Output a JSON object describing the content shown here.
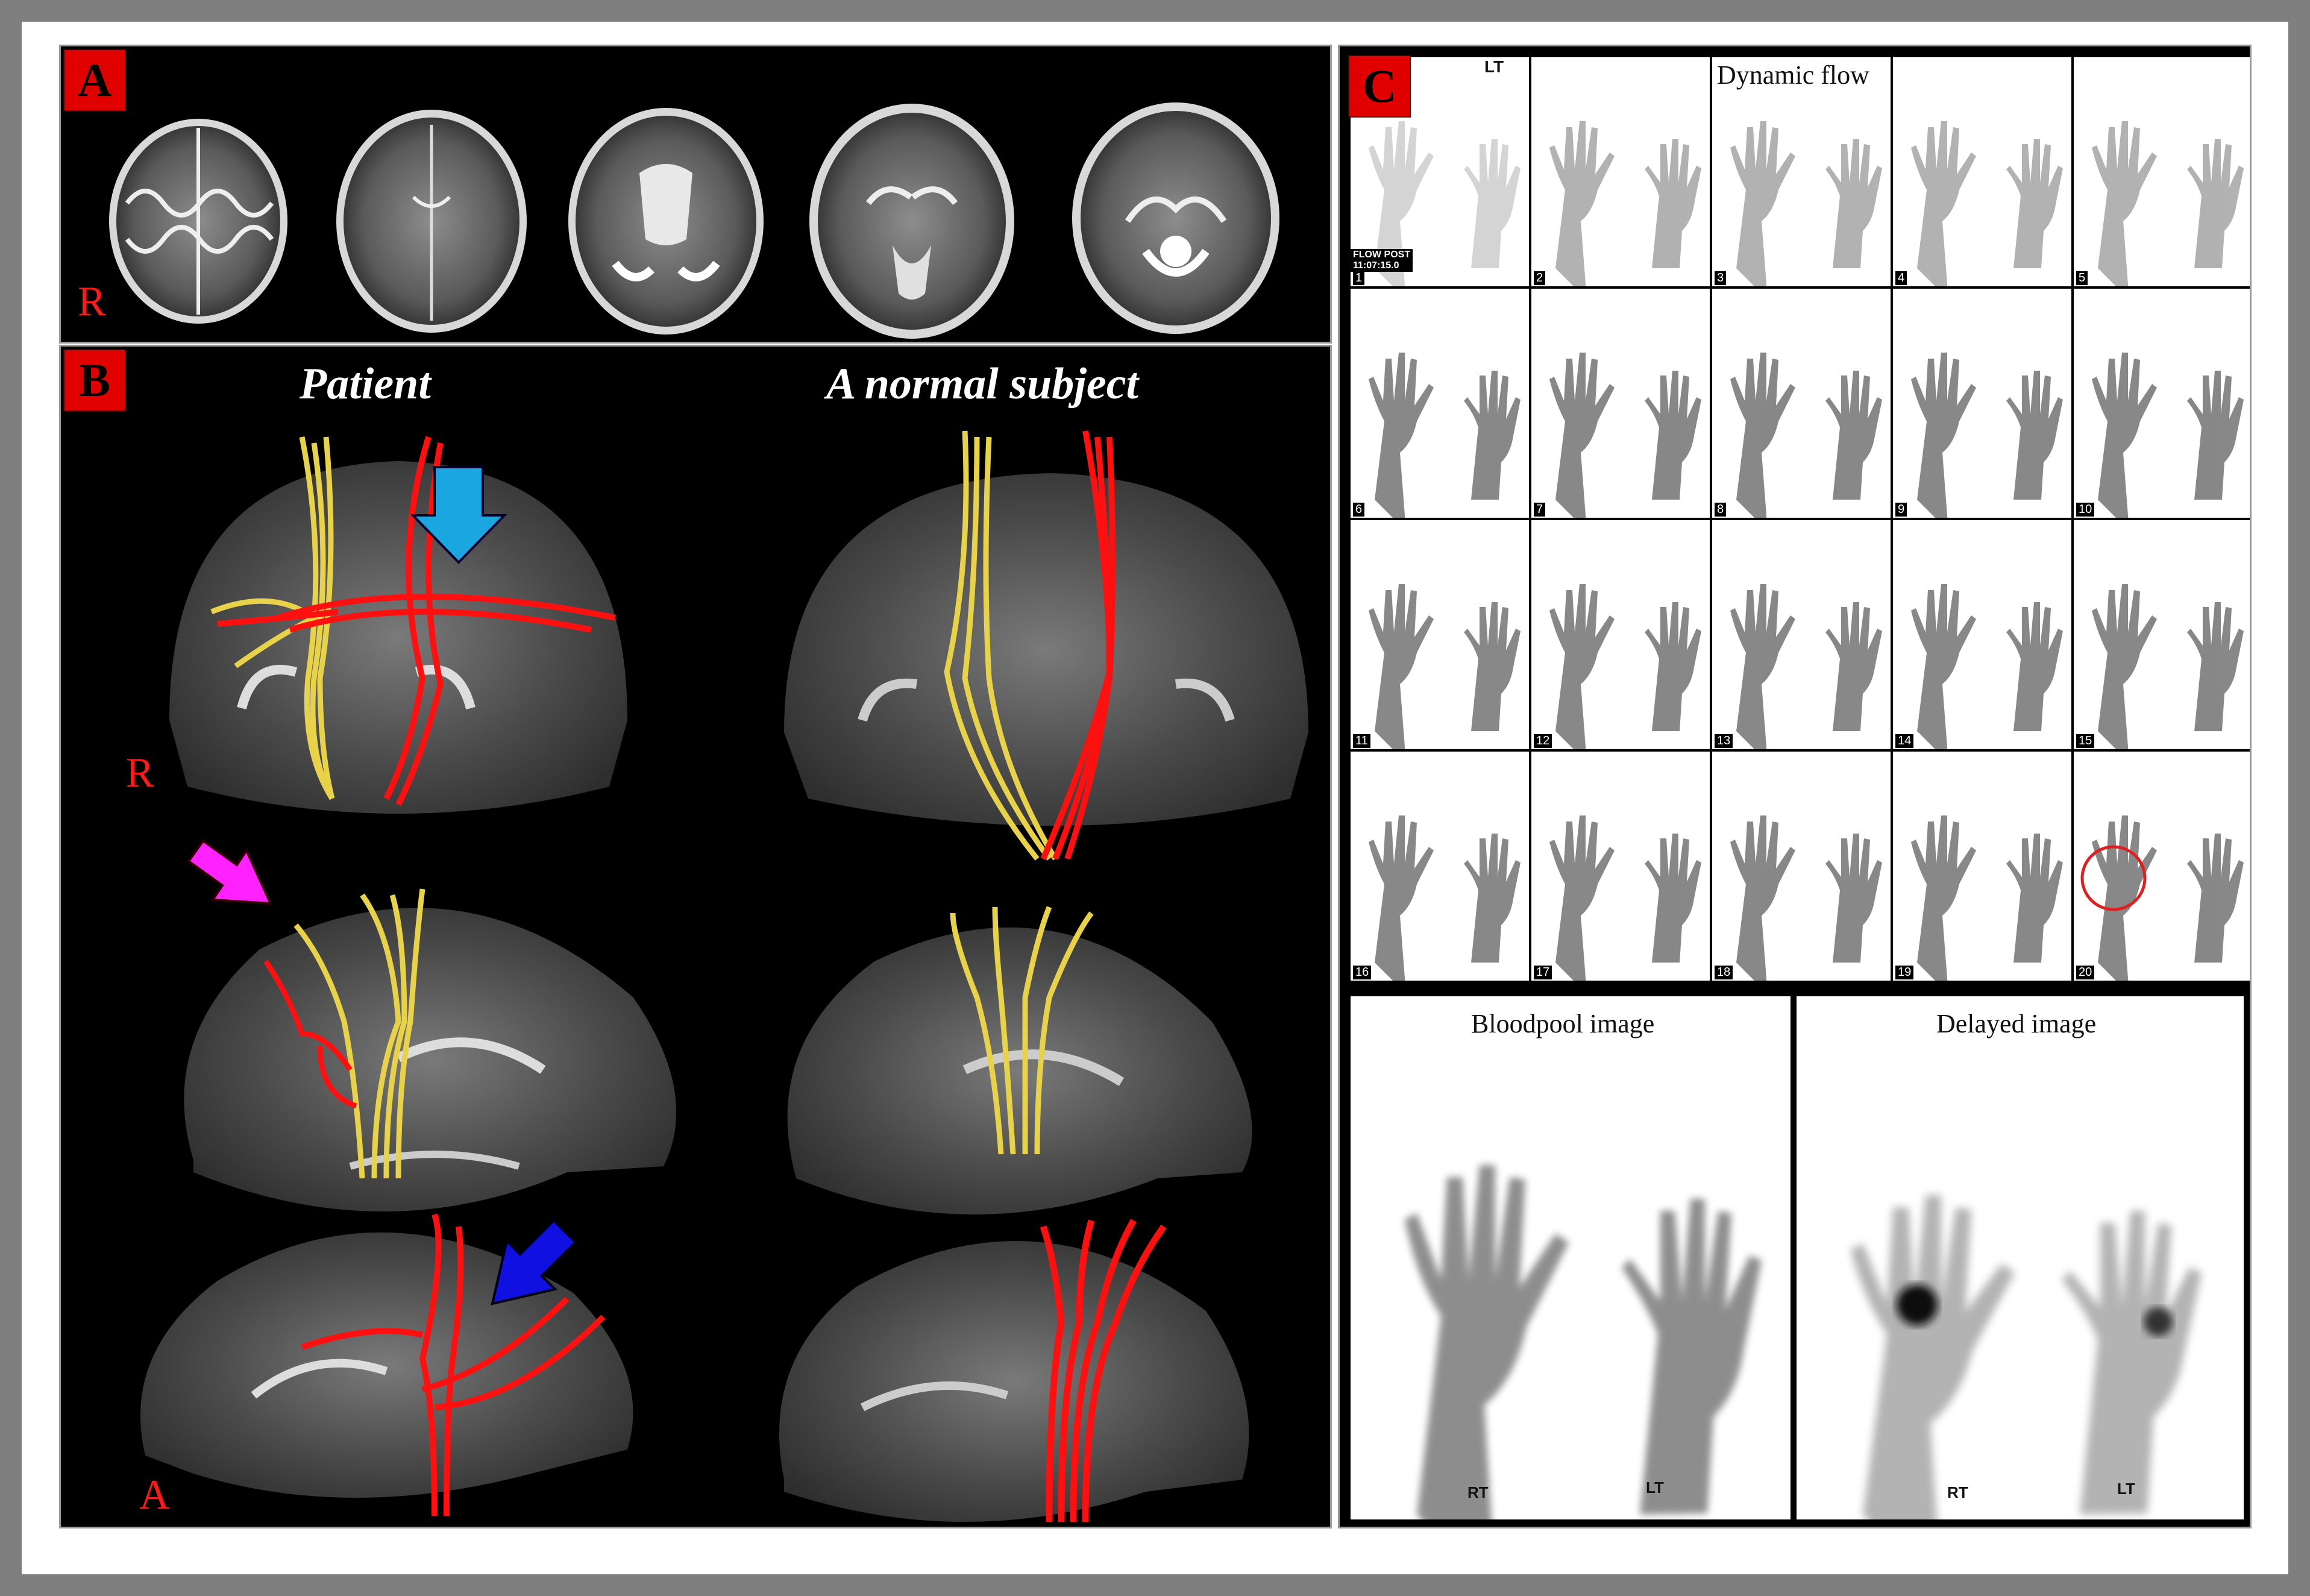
{
  "panel_a": {
    "letter": "A",
    "orientation_label": "R"
  },
  "panel_b": {
    "letter": "B",
    "patient_title": "Patient",
    "normal_title": "A  normal subject",
    "label_r": "R",
    "label_a_sagittal": "A",
    "label_a_bottom": "A",
    "arrow_colors": {
      "top": "#1aa7e0",
      "middle": "#ff22ff",
      "bottom": "#1010e0"
    },
    "tract_colors": {
      "yellow": "#e8d24a",
      "red": "#ff1010"
    }
  },
  "panel_c": {
    "letter": "C",
    "dynamic_title": "Dynamic  flow",
    "lt_label": "LT",
    "flow_post_line1": "FLOW POST",
    "flow_post_line2": "11:07:15.0",
    "frames": [
      "1",
      "2",
      "3",
      "4",
      "5",
      "6",
      "7",
      "8",
      "9",
      "10",
      "11",
      "12",
      "13",
      "14",
      "15",
      "16",
      "17",
      "18",
      "19",
      "20"
    ],
    "bloodpool_title": "Bloodpool  image",
    "delayed_title": "Delayed  image",
    "rt_label": "RT",
    "lt_label_bottom": "LT",
    "circle_color": "#e02020"
  }
}
